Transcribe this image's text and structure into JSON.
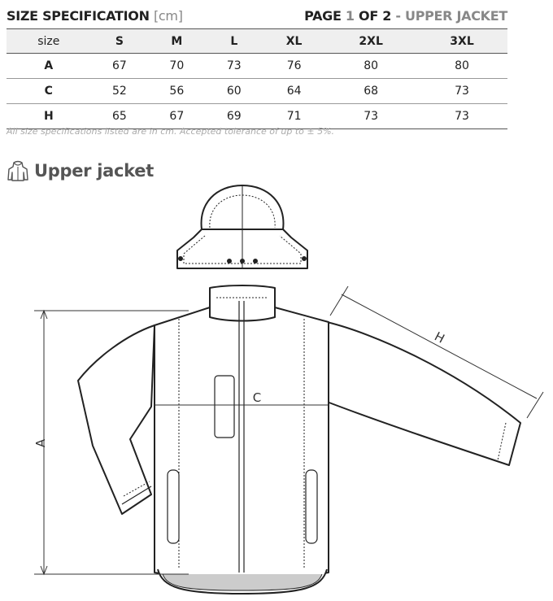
{
  "header": {
    "title": "SIZE SPECIFICATION",
    "unit": "[cm]",
    "page_word": "PAGE",
    "page_current": "1",
    "page_of": "OF",
    "page_total": "2",
    "separator": "-",
    "product": "UPPER JACKET"
  },
  "table": {
    "headers": [
      "size",
      "S",
      "M",
      "L",
      "XL",
      "2XL",
      "3XL"
    ],
    "rows": [
      {
        "label": "A",
        "values": [
          "67",
          "70",
          "73",
          "76",
          "80",
          "80"
        ]
      },
      {
        "label": "C",
        "values": [
          "52",
          "56",
          "60",
          "64",
          "68",
          "73"
        ]
      },
      {
        "label": "H",
        "values": [
          "65",
          "67",
          "69",
          "71",
          "73",
          "73"
        ]
      }
    ]
  },
  "note": "All size specifications listed are in cm. Accepted tolerance of up to ± 5%.",
  "section": {
    "icon": "jacket-icon",
    "title": "Upper jacket"
  },
  "diagram": {
    "labels": {
      "a": "A",
      "c": "C",
      "h": "H"
    }
  }
}
